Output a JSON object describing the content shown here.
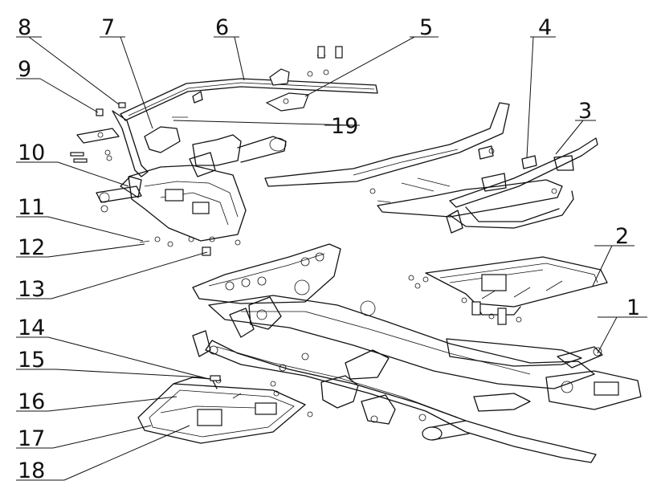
{
  "callouts": [
    {
      "id": "c1",
      "number": "1"
    },
    {
      "id": "c2",
      "number": "2"
    },
    {
      "id": "c3",
      "number": "3"
    },
    {
      "id": "c4",
      "number": "4"
    },
    {
      "id": "c5",
      "number": "5"
    },
    {
      "id": "c6",
      "number": "6"
    },
    {
      "id": "c7",
      "number": "7"
    },
    {
      "id": "c8",
      "number": "8"
    },
    {
      "id": "c9",
      "number": "9"
    },
    {
      "id": "c10",
      "number": "10"
    },
    {
      "id": "c11",
      "number": "11"
    },
    {
      "id": "c12",
      "number": "12"
    },
    {
      "id": "c13",
      "number": "13"
    },
    {
      "id": "c14",
      "number": "14"
    },
    {
      "id": "c15",
      "number": "15"
    },
    {
      "id": "c16",
      "number": "16"
    },
    {
      "id": "c17",
      "number": "17"
    },
    {
      "id": "c18",
      "number": "18"
    },
    {
      "id": "c19",
      "number": "19"
    }
  ]
}
